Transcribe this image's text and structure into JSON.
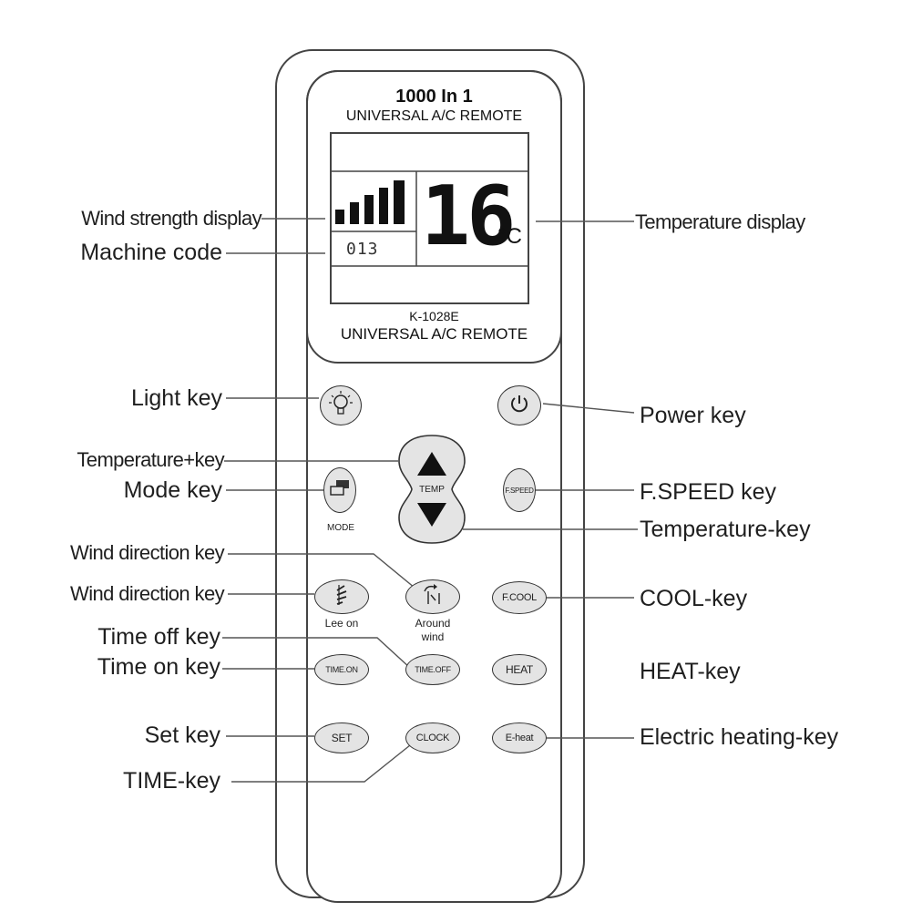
{
  "remote": {
    "brand_line1": "1000 In 1",
    "brand_line2": "UNIVERSAL A/C REMOTE",
    "model": "K-1028E",
    "model_line2": "UNIVERSAL A/C REMOTE",
    "display": {
      "temperature": "16",
      "unit": "°C",
      "machine_code": "013",
      "wind_bars": 5
    },
    "buttons": {
      "mode_sub": "MODE",
      "temp_center": "TEMP",
      "fspeed": "F.SPEED",
      "lee_on_sub": "Lee on",
      "around_wind_sub_1": "Around",
      "around_wind_sub_2": "wind",
      "fcool": "F.COOL",
      "time_on": "TIME.ON",
      "time_off": "TIME.OFF",
      "heat": "HEAT",
      "set": "SET",
      "clock": "CLOCK",
      "eheat": "E-heat"
    }
  },
  "labels": {
    "wind_strength_display": "Wind strength display",
    "machine_code": "Machine code",
    "temperature_display": "Temperature display",
    "light_key": "Light key",
    "power_key": "Power key",
    "temperature_plus_key": "Temperature+key",
    "mode_key": "Mode key",
    "fspeed_key": "F.SPEED key",
    "temperature_minus_key": "Temperature-key",
    "wind_direction_key_1": "Wind direction key",
    "wind_direction_key_2": "Wind direction key",
    "cool_key": "COOL-key",
    "time_off_key": "Time off key",
    "time_on_key": "Time on key",
    "heat_key": "HEAT-key",
    "set_key": "Set key",
    "electric_heating_key": "Electric heating-key",
    "time_key": "TIME-key"
  }
}
